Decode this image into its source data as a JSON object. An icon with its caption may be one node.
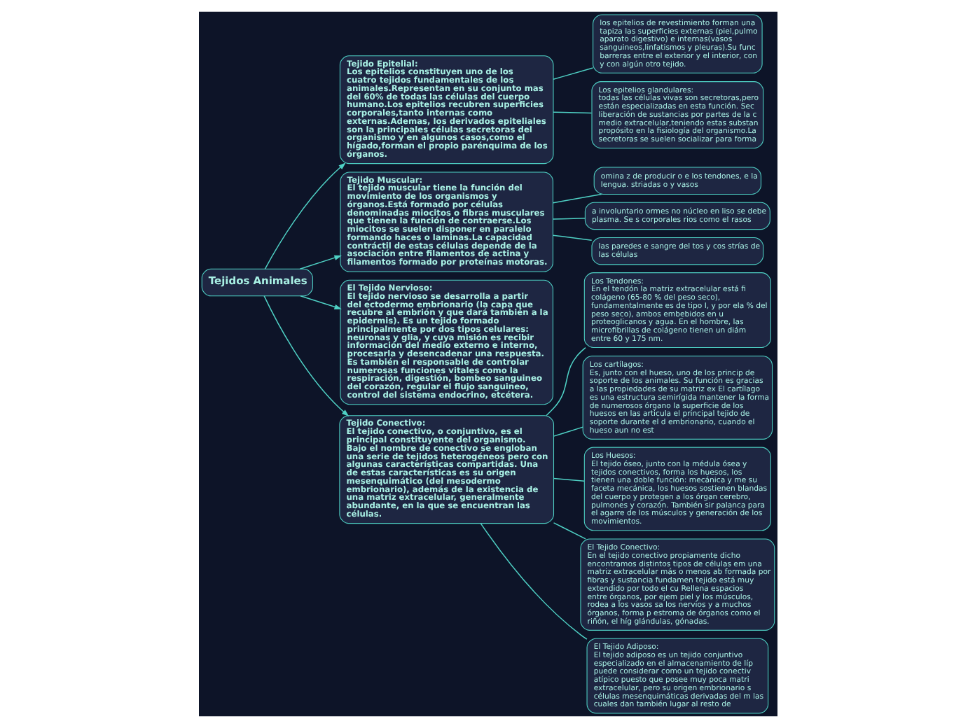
{
  "diagram": {
    "nodes": [
      {
        "text": [
          "Tejidos Animales"
        ]
      },
      {
        "text": [
          "Tejido Epitelial:",
          "Los epitelios constituyen uno de los cuatro tejidos fundamentales de los animales.Representan en su conjunto mas del 60% de todas las células del cuerpo humano.Los epitelios recubren superficies corporales,tanto internas como externas.Ademas, los derivados epiteliales son la principales células secretoras del organismo y en algunos casos,como el hígado,forman el propio parénquima de los órganos."
        ]
      },
      {
        "text": [
          "los epitelios de revestimiento forman una tapiza las superficies externas (piel,pulmo aparato digestivo) e internas(vasos sanguineos,linfatismos y pleuras).Su func barreras entre el exterior y el interior, con y con algún otro tejido."
        ]
      },
      {
        "text": [
          "Los epitelios glandulares:",
          "todas las células vivas son secretoras,pero están especializadas en esta función. Sec liberación de sustancias por partes de la c medio extracelular,teniendo estas substan propósito en la fisiología del organismo.La secretoras se suelen socializar para forma"
        ]
      },
      {
        "text": [
          "Tejido Muscular:",
          "El tejido muscular tiene la función del movimiento de los organismos y órganos.Está formado por células denominadas miocitos o fibras musculares que tienen la función de contraerse.Los miocitos se suelen disponer en paralelo formando haces o laminas.La capacidad contráctil de estas células depende de la asociación entre filamentos de actina y filamentos formado por proteínas motoras."
        ]
      },
      {
        "text": [
          "omina z de producir o e los tendones, e la lengua. striadas o y vasos"
        ]
      },
      {
        "text": [
          "a involuntario ormes no núcleo en liso se debe plasma. Se s corporales rios como el rasos"
        ]
      },
      {
        "text": [
          "las paredes e sangre del tos y cos strías de las células"
        ]
      },
      {
        "text": [
          "El Tejido Nervioso:",
          "El tejido nervioso se desarrolla a partir del ectodermo embrionario (la capa que recubre al embrión y que dará también a la epidermis). Es un tejido formado principalmente por dos tipos celulares: neuronas y glia, y cuya misión es recibir información del medio externo e interno, procesarla y desencadenar una respuesta. Es también el responsable de controlar numerosas funciones vitales como la respiración, digestión, bombeo sanguineo del corazón, regular el flujo sanguineo, control del sistema endocrino, etcétera."
        ]
      },
      {
        "text": [
          "Tejido Conectivo:",
          "El tejido conectivo, o conjuntivo, es el principal constituyente del organismo. Bajo el nombre de conectivo se engloban una serie de tejidos heterogéneos pero con algunas características compartidas. Una de estas características es su origen mesenquimático (del mesodermo embrionario), además de la existencia de una matriz extracelular, generalmente abundante, en la que se encuentran las células."
        ]
      },
      {
        "text": [
          "Los Tendones:",
          "En el tendón la matriz extracelular está fi colágeno (65-80 % del peso seco), fundamentalmente es de tipo I, y por ela % del peso seco), ambos embebidos en u proteoglicanos y agua. En el hombre, las microfibrillas de colágeno tienen un diám entre 60 y 175 nm."
        ]
      },
      {
        "text": [
          "Los cartílagos:",
          "Es, junto con el hueso, uno de los princip de soporte de los animales. Su función es gracias a las propiedades de su matriz ex El cartílago es una estructura semirígida mantener la forma de numerosos órgano la superficie de los huesos en las articula el principal tejido de soporte durante el d embrionario, cuando el hueso aun no est"
        ]
      },
      {
        "text": [
          "Los Huesos:",
          "El tejido óseo, junto con la médula ósea y tejidos conectivos, forma los huesos, los tienen una doble función: mecánica y me su faceta mecánica, los huesos sostienen blandas del cuerpo y protegen a los órgan cerebro, pulmones y corazón. También sir palanca para el agarre de los músculos y generación de los movimientos."
        ]
      },
      {
        "text": [
          "El Tejido Conectivo:",
          "En el tejido conectivo propiamente dicho encontramos distintos tipos de células em una matriz extracelular más o menos ab formada por fibras y sustancia fundamen tejido está muy extendido por todo el cu Rellena espacios entre órganos, por ejem piel y los músculos, rodea a los vasos sa los nervios y a muchos órganos, forma p estroma de órganos como el riñón, el híg glándulas, gónadas."
        ]
      },
      {
        "text": [
          "El Tejido Adiposo:",
          "El tejido adiposo es un tejido conjuntivo especializado en el almacenamiento de líp puede considerar como un tejido conectiv atípico puesto que posee muy poca matri extracelular, pero su origen embrionario s células mesenquimáticas derivadas del m las cuales dan también lugar al resto de"
        ]
      }
    ],
    "edges": [
      {
        "from": 0,
        "to": 1,
        "arrow": "to"
      },
      {
        "from": 1,
        "to": 2,
        "arrow": "none"
      },
      {
        "from": 1,
        "to": 3,
        "arrow": "none"
      },
      {
        "from": 0,
        "to": 4,
        "arrow": "to"
      },
      {
        "from": 4,
        "to": 5,
        "arrow": "none"
      },
      {
        "from": 4,
        "to": 6,
        "arrow": "none"
      },
      {
        "from": 4,
        "to": 7,
        "arrow": "none"
      },
      {
        "from": 0,
        "to": 8,
        "arrow": "to"
      },
      {
        "from": 0,
        "to": 9,
        "arrow": "to"
      },
      {
        "from": 9,
        "to": 10,
        "arrow": "none"
      },
      {
        "from": 9,
        "to": 11,
        "arrow": "none"
      },
      {
        "from": 9,
        "to": 12,
        "arrow": "none"
      },
      {
        "from": 9,
        "to": 13,
        "arrow": "none"
      },
      {
        "from": 9,
        "to": 14,
        "arrow": "none"
      }
    ]
  }
}
